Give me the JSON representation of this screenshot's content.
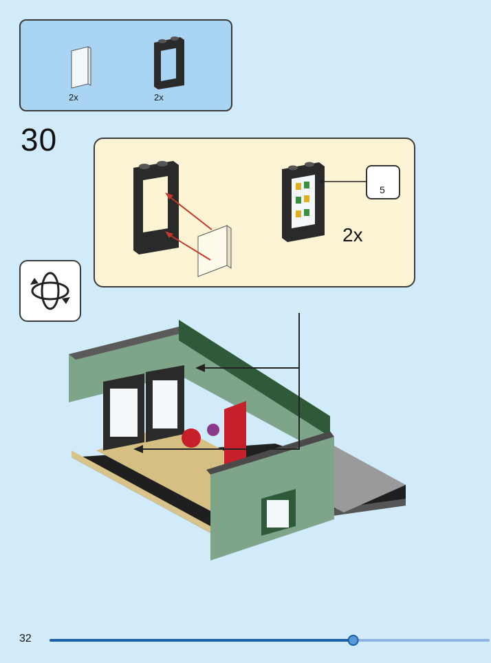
{
  "parts_list": {
    "items": [
      {
        "name": "glass-pane",
        "quantity": "2x"
      },
      {
        "name": "window-frame",
        "quantity": "2x"
      }
    ]
  },
  "step": {
    "number": "30",
    "submodel_quantity": "2x",
    "sticker_number": "5"
  },
  "icons": {
    "rotate": "rotate-model-icon"
  },
  "page": {
    "number": "32",
    "progress_fraction": 0.69
  },
  "colors": {
    "background": "#d2ebfa",
    "parts_box": "#a9d4f2",
    "submodel_box": "#fdf4d6",
    "progress": "#1a5fa8"
  }
}
